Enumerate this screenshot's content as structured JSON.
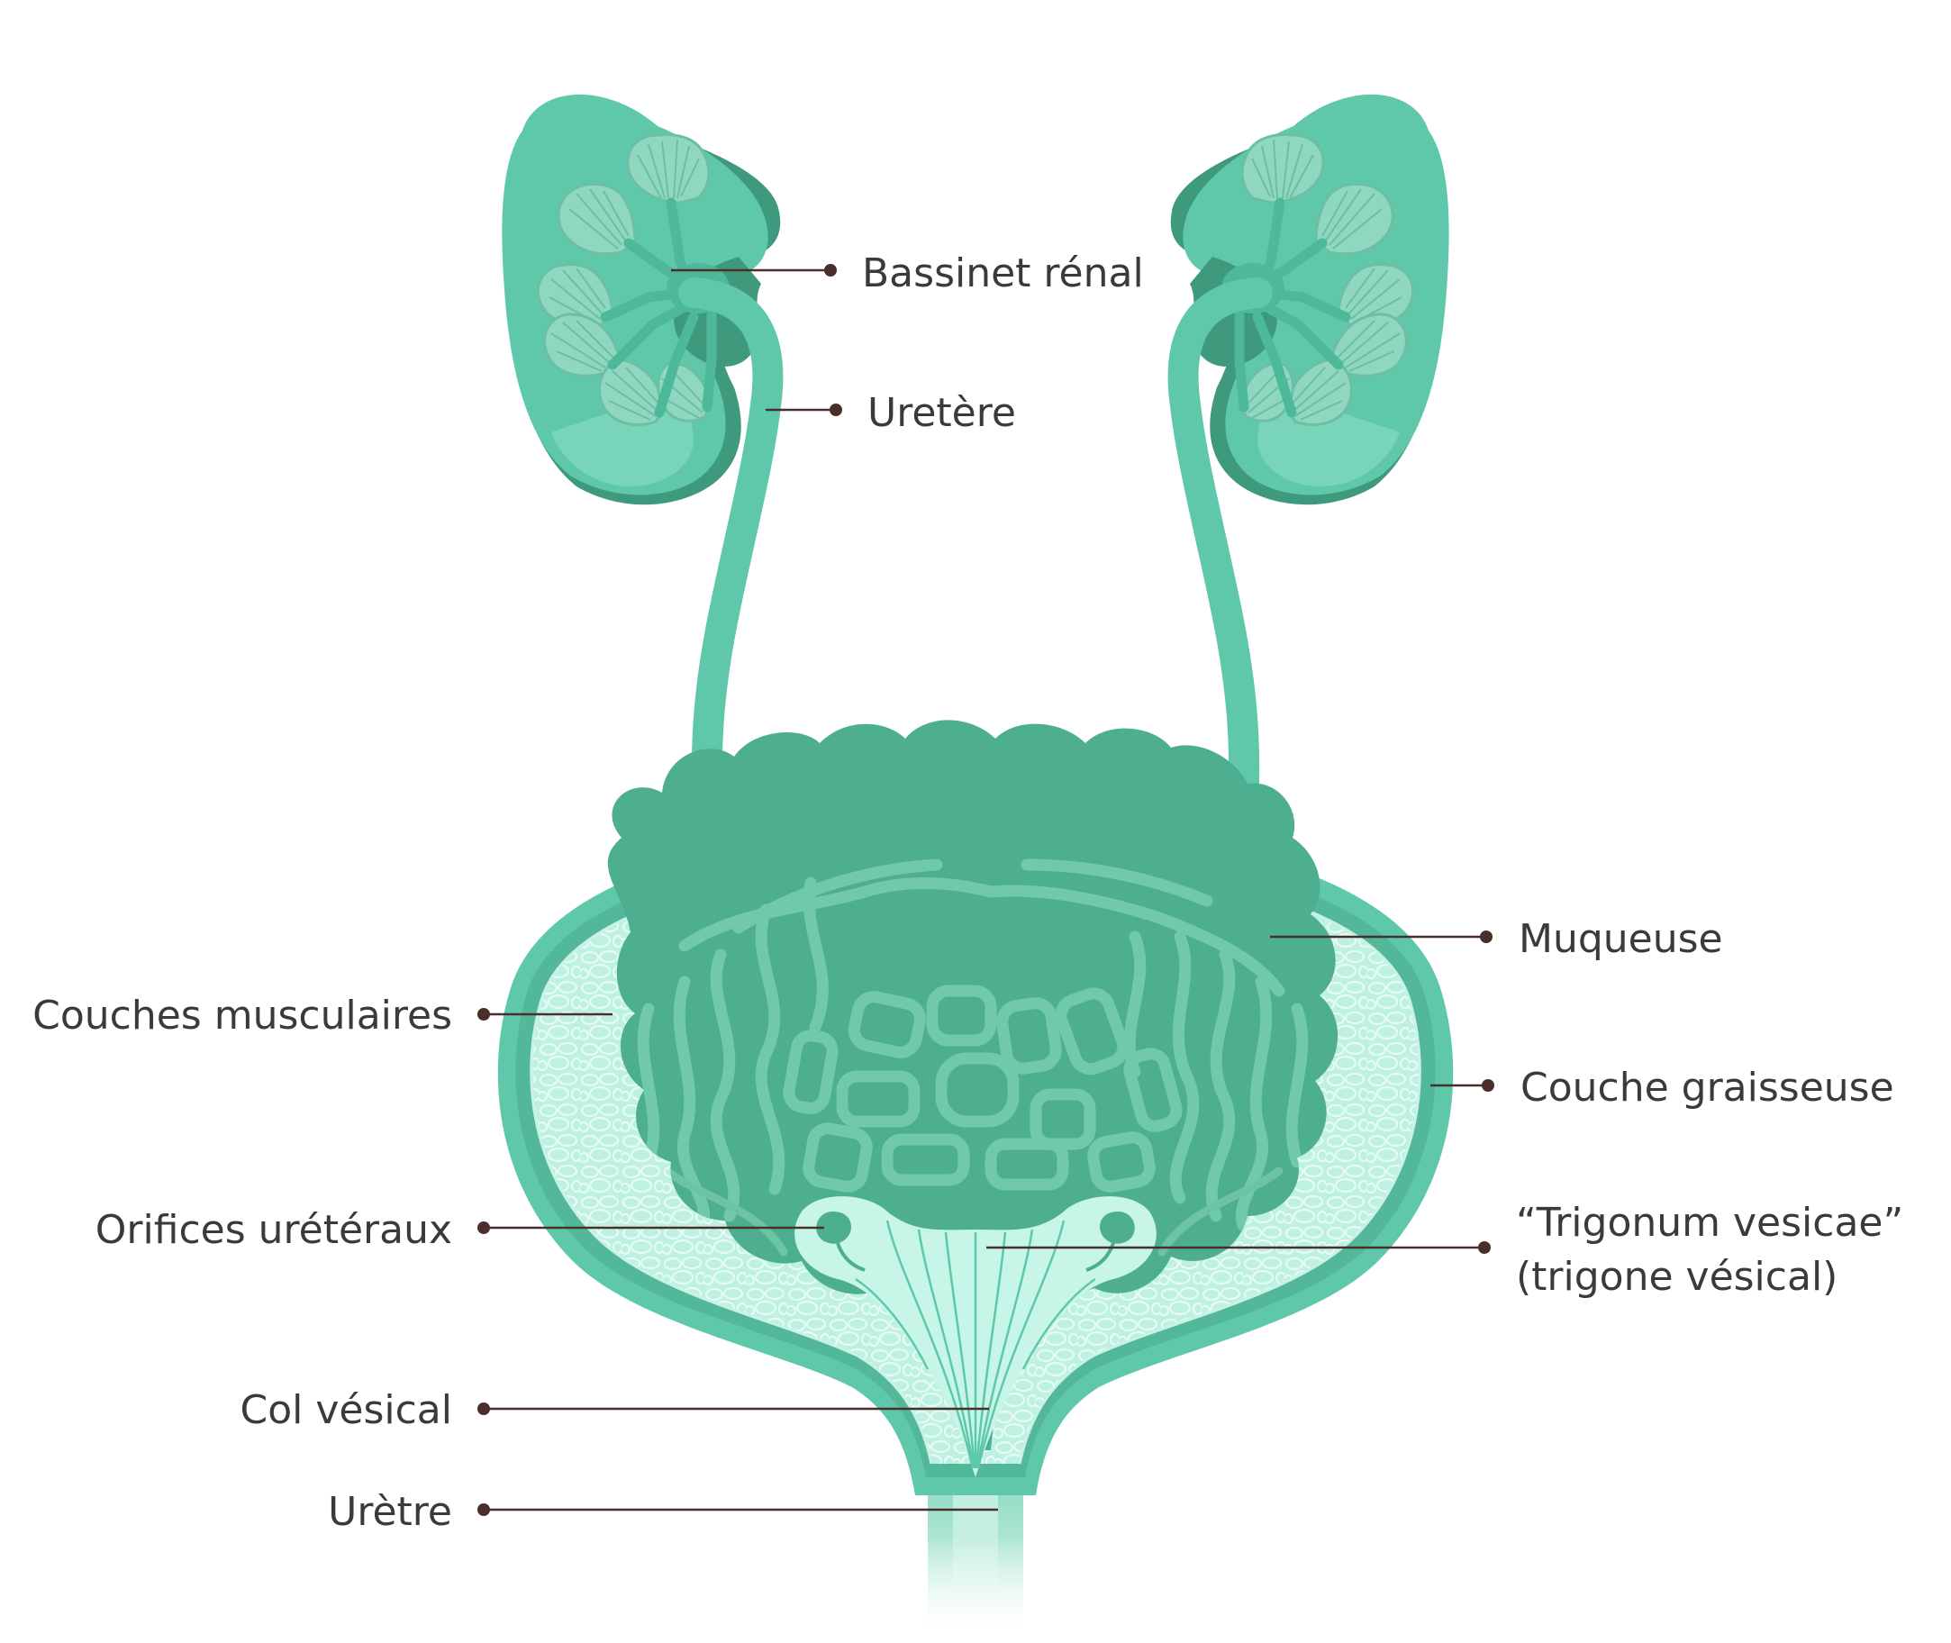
{
  "diagram": {
    "colors": {
      "organ": "#5fc8aa",
      "organ_dark": "#3f9a7d",
      "organ_light": "#86dcc2",
      "interior": "#4daf90",
      "fat": "#bff1e2",
      "trigone": "#c7f6e8",
      "leader": "#4a2e2a",
      "text": "#3a3a3a"
    },
    "labels": {
      "bassinet_renal": "Bassinet rénal",
      "uretere": "Uretère",
      "muqueuse": "Muqueuse",
      "couches_musculaires": "Couches musculaires",
      "couche_graisseuse": "Couche graisseuse",
      "orifices_ureteraux": "Orifices urétéraux",
      "trigonum_line1": "“Trigonum vesicae”",
      "trigonum_line2": "(trigone vésical)",
      "col_vesical": "Col vésical",
      "uretre": "Urètre"
    }
  }
}
